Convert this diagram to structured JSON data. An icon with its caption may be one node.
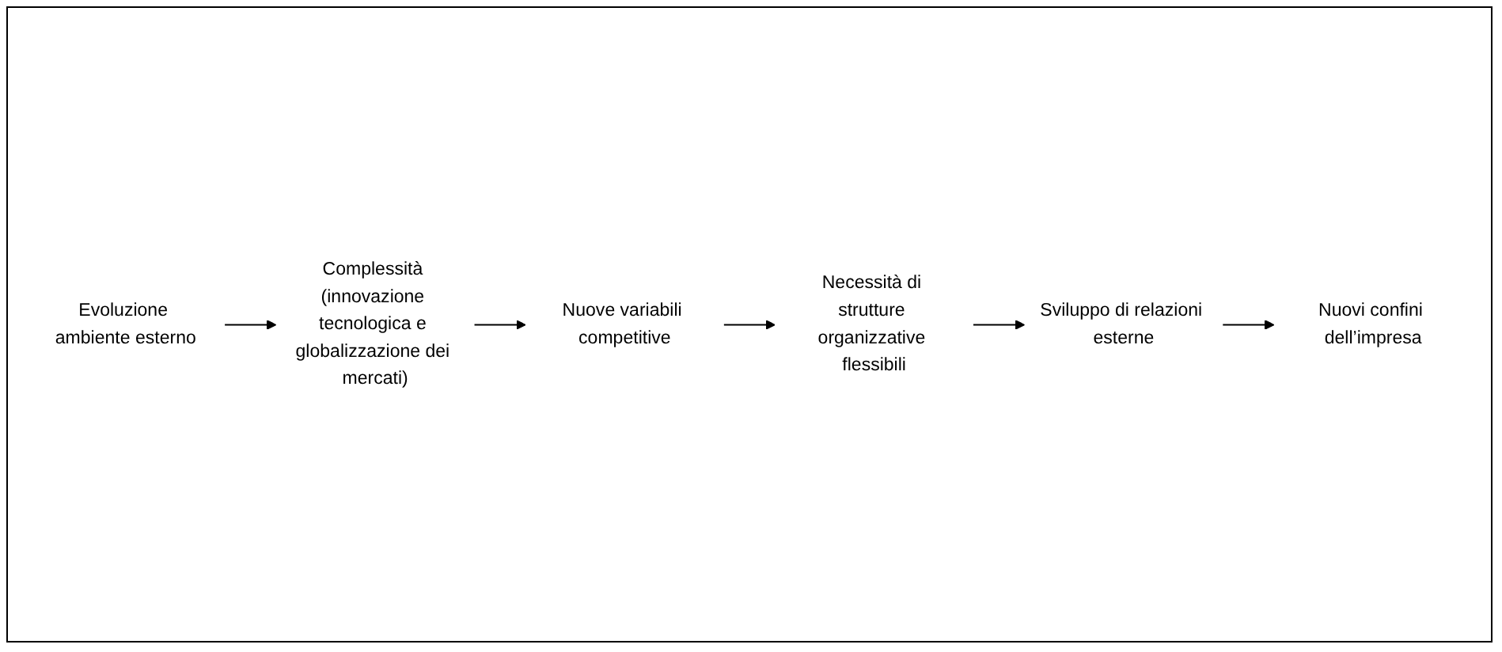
{
  "diagram": {
    "nodes": [
      {
        "text": [
          "Evoluzione ambiente esterno"
        ]
      },
      {
        "text": [
          "Complessità (innovazione tecnologica e globalizzazione dei mercati)"
        ]
      },
      {
        "text": [
          "Nuove variabili competitive"
        ]
      },
      {
        "text": [
          "Necessità di strutture organizzative flessibili"
        ]
      },
      {
        "text": [
          "Sviluppo di relazioni esterne"
        ]
      },
      {
        "text": [
          "Nuovi confini dell’impresa"
        ]
      }
    ],
    "edges": [
      {
        "from": 0,
        "to": 1,
        "arrow": "to"
      },
      {
        "from": 1,
        "to": 2,
        "arrow": "to"
      },
      {
        "from": 2,
        "to": 3,
        "arrow": "to"
      },
      {
        "from": 3,
        "to": 4,
        "arrow": "to"
      },
      {
        "from": 4,
        "to": 5,
        "arrow": "to"
      }
    ]
  }
}
